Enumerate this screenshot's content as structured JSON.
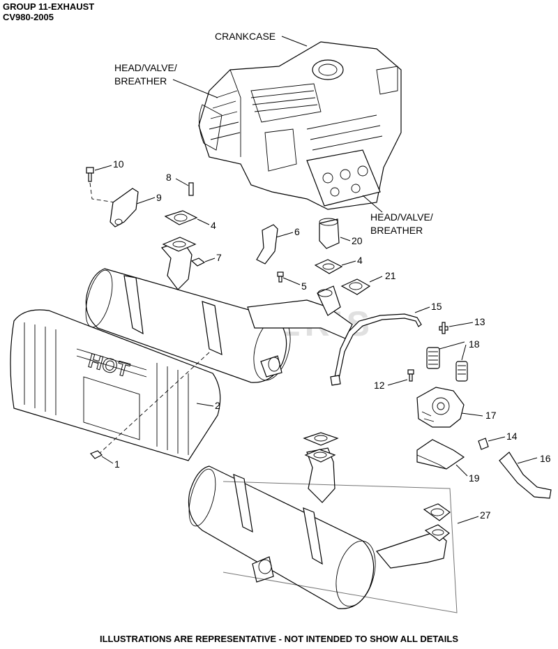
{
  "header": {
    "group": "GROUP 11-EXHAUST",
    "model": "CV980-2005"
  },
  "footer": "ILLUSTRATIONS ARE REPRESENTATIVE - NOT INTENDED TO SHOW ALL DETAILS",
  "watermark": "CUTLER'S",
  "engine_labels": {
    "crankcase": "CRANKCASE",
    "head_left_1": "HEAD/VALVE/",
    "head_left_2": "BREATHER",
    "head_right_1": "HEAD/VALVE/",
    "head_right_2": "BREATHER"
  },
  "callouts": {
    "p1": "1",
    "p2": "2",
    "p4a": "4",
    "p4b": "4",
    "p5": "5",
    "p6": "6",
    "p7": "7",
    "p8": "8",
    "p9": "9",
    "p10": "10",
    "p12": "12",
    "p13": "13",
    "p14": "14",
    "p15": "15",
    "p16": "16",
    "p17": "17",
    "p18": "18",
    "p19": "19",
    "p20": "20",
    "p21": "21",
    "p27": "27"
  },
  "shield_text": "HOT"
}
